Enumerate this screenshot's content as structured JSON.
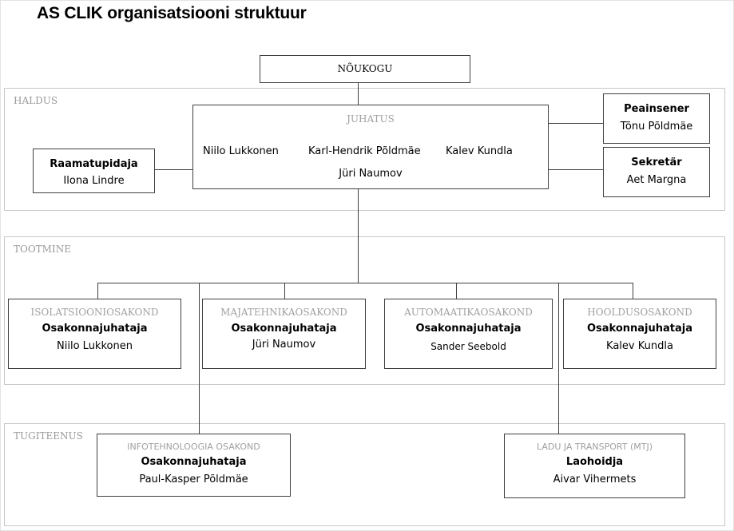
{
  "title": "AS CLIK organisatsiooni struktuur",
  "council": "NÕUKOGU",
  "sections": {
    "haldus": "HALDUS",
    "tootmine": "TOOTMINE",
    "tugiteenus": "TUGITEENUS"
  },
  "board": {
    "label": "JUHATUS",
    "members": [
      "Niilo Lukkonen",
      "Karl-Hendrik Põldmäe",
      "Kalev Kundla",
      "Jüri Naumov"
    ]
  },
  "chief_engineer": {
    "role": "Peainsener",
    "name": "Tõnu Põldmäe"
  },
  "secretary": {
    "role": "Sekretär",
    "name": "Aet Margna"
  },
  "accountant": {
    "role": "Raamatupidaja",
    "name": "Ilona Lindre"
  },
  "departments": [
    {
      "name": "ISOLATSIOONIOSAKOND",
      "role": "Osakonnajuhataja",
      "person": "Niilo Lukkonen"
    },
    {
      "name": "MAJATEHNIKAOSAKOND",
      "role": "Osakonnajuhataja",
      "person": "Jüri Naumov"
    },
    {
      "name": "AUTOMAATIKAOSAKOND",
      "role": "Osakonnajuhataja",
      "person": "Sander Seebold"
    },
    {
      "name": "HOOLDUSOSAKOND",
      "role": "Osakonnajuhataja",
      "person": "Kalev Kundla"
    }
  ],
  "support": [
    {
      "name": "INFOTEHNOLOOGIA OSAKOND",
      "role": "Osakonnajuhataja",
      "person": "Paul-Kasper Põldmäe"
    },
    {
      "name": "LADU JA TRANSPORT (MTJ)",
      "role": "Laohoidja",
      "person": "Aivar Vihermets"
    }
  ]
}
